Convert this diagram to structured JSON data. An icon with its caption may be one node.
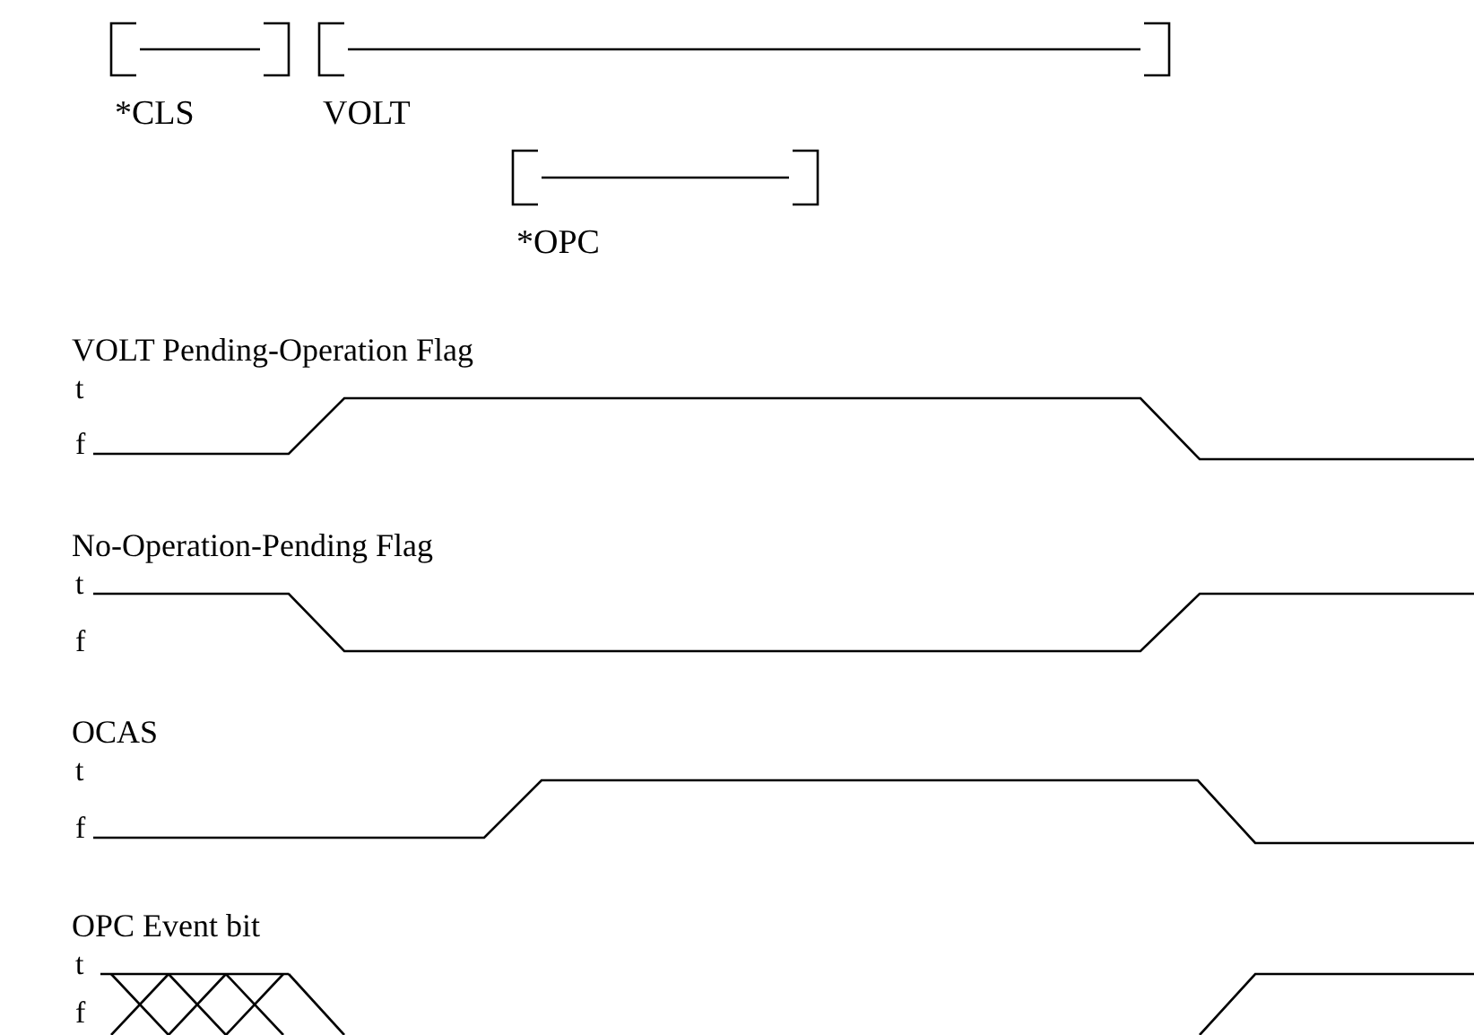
{
  "diagram": {
    "labels": [
      "*CLS",
      "VOLT",
      "*OPC",
      "VOLT Pending-Operation Flag",
      "t",
      "f",
      "No-Operation-Pending Flag",
      "t",
      "f",
      "OCAS",
      "t",
      "f",
      "OPC Event bit",
      "t",
      "f"
    ]
  }
}
